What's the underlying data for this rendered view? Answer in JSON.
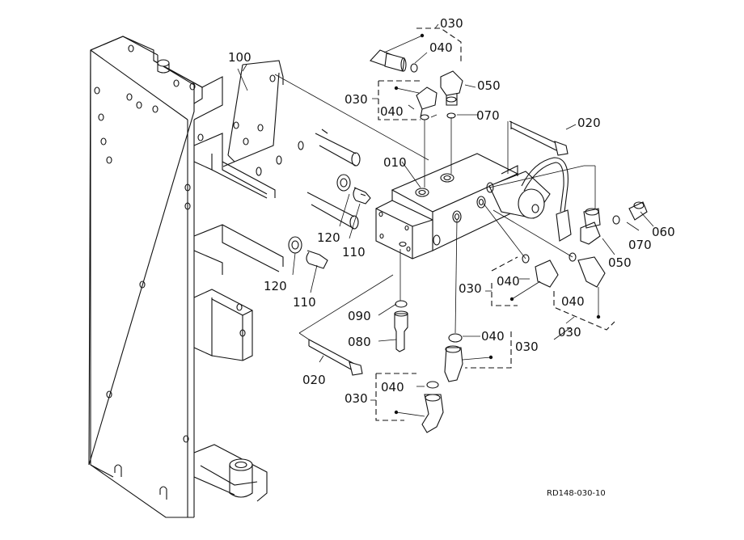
{
  "labels": {
    "l010": "010",
    "l020a": "020",
    "l020b": "020",
    "l030a": "030",
    "l030b": "030",
    "l030c": "030",
    "l030d": "030",
    "l030e": "030",
    "l030f": "030",
    "l040a": "040",
    "l040b": "040",
    "l040c": "040",
    "l040d": "040",
    "l040e": "040",
    "l040f": "040",
    "l050a": "050",
    "l050b": "050",
    "l060": "060",
    "l070a": "070",
    "l070b": "070",
    "l080": "080",
    "l090": "090",
    "l100": "100",
    "l110a": "110",
    "l110b": "110",
    "l120a": "120",
    "l120b": "120"
  },
  "reference_code": "RD148-030-10"
}
